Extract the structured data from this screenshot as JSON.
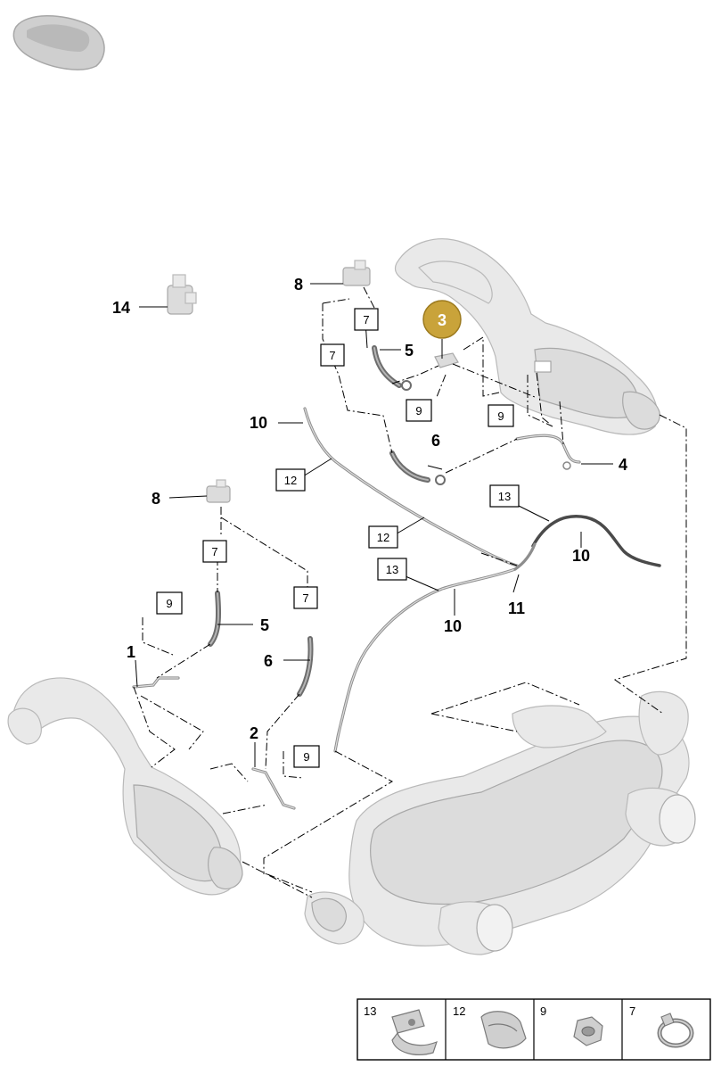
{
  "callouts": {
    "c14": "14",
    "c8a": "8",
    "c8b": "8",
    "c5a": "5",
    "c5b": "5",
    "c6a": "6",
    "c6b": "6",
    "c4": "4",
    "c10a": "10",
    "c10b": "10",
    "c10c": "10",
    "c11": "11",
    "c1": "1",
    "c2": "2",
    "c3": "3"
  },
  "boxes": {
    "b7a": "7",
    "b7b": "7",
    "b7c": "7",
    "b7d": "7",
    "b9a": "9",
    "b9b": "9",
    "b9c": "9",
    "b9d": "9",
    "b12a": "12",
    "b12b": "12",
    "b13a": "13",
    "b13b": "13"
  },
  "legend": {
    "cells": [
      "13",
      "12",
      "9",
      "7"
    ]
  },
  "colors": {
    "highlight": "#c9a33a",
    "highlight_stroke": "#9c7a1e",
    "callout_text_on_highlight": "#ffffff"
  },
  "icons": {
    "thumbnail": "car-silhouette-icon",
    "legend_13": "hose-clamp-icon",
    "legend_12": "spring-clip-icon",
    "legend_9": "hex-nut-icon",
    "legend_7": "band-clamp-icon"
  }
}
